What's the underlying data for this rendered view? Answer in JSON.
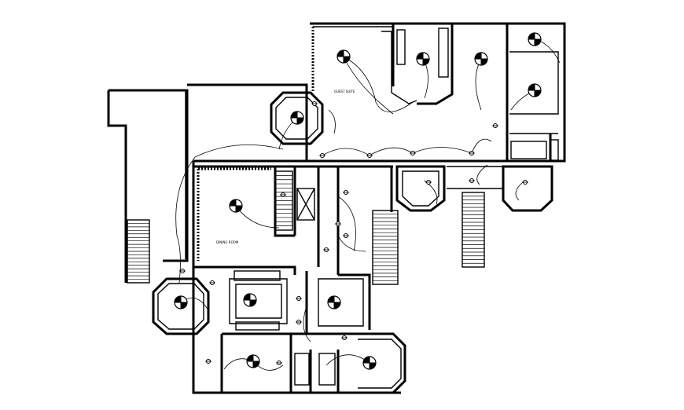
{
  "room_tags": [
    {
      "id": "upper",
      "text": "GUEST SUITE"
    },
    {
      "id": "center",
      "text": "DINING ROOM"
    }
  ],
  "colors": {
    "line": "#000000",
    "background": "#ffffff"
  }
}
